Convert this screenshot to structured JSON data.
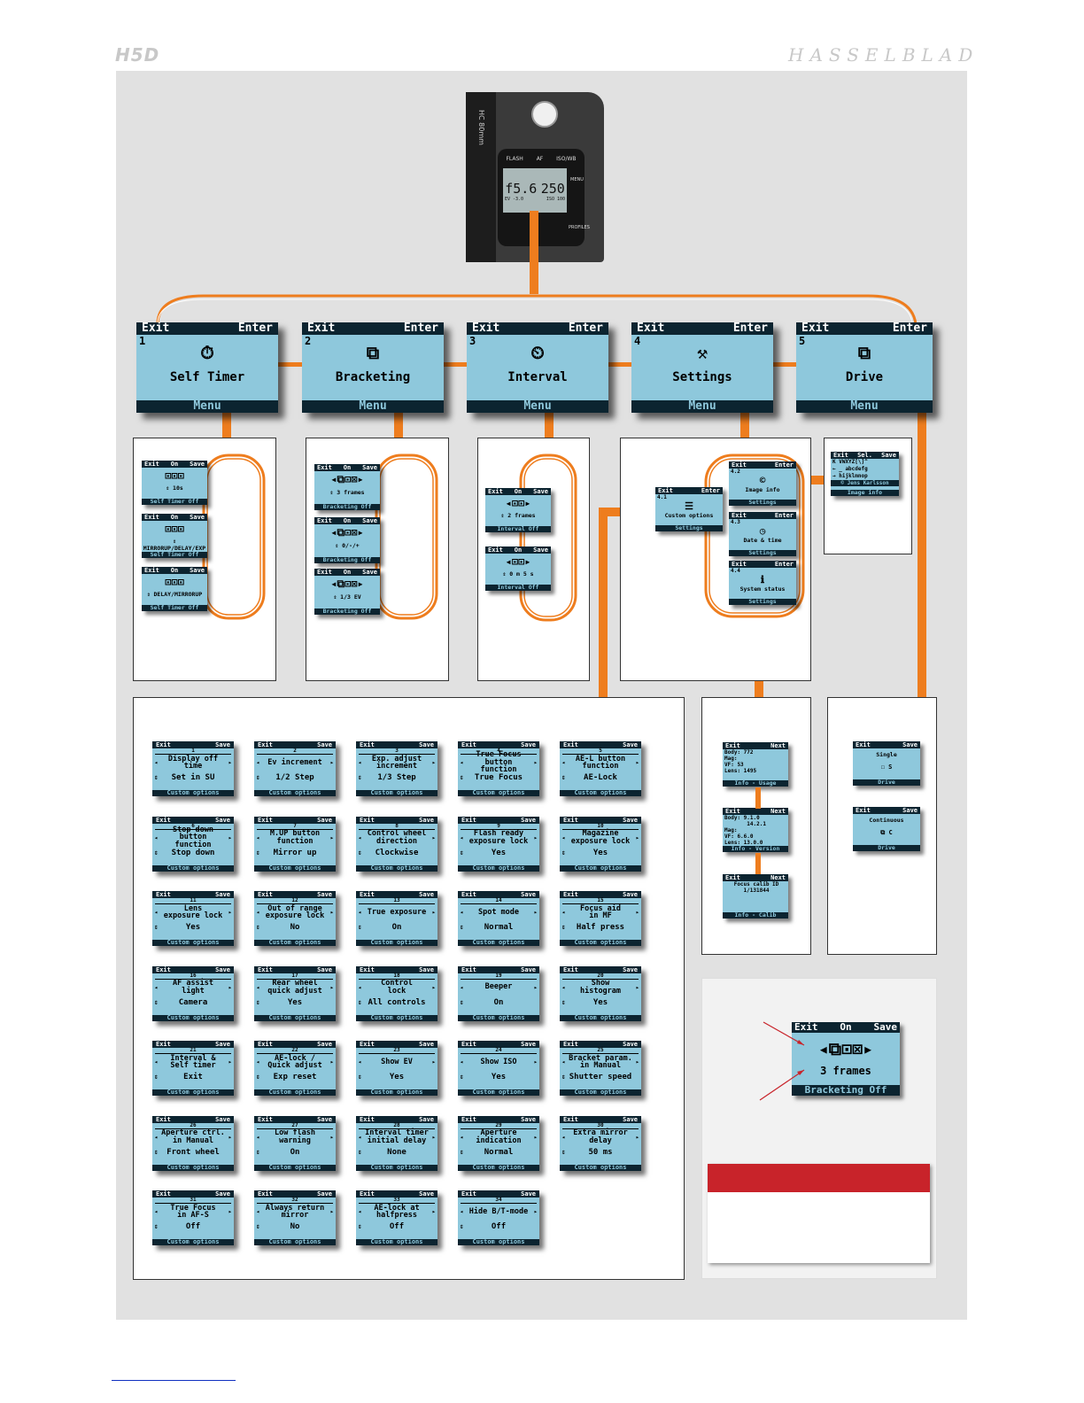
{
  "header": {
    "model": "H5D",
    "brand": "HASSELBLAD"
  },
  "camera": {
    "lens_text": "HC 80mm",
    "btn_flash": "FLASH",
    "btn_af": "AF",
    "btn_iso": "ISO/WB",
    "btn_menu": "MENU",
    "btn_profiles": "PROFILES",
    "aperture": "f5.6",
    "shutter": "250",
    "ev": "EV -3.0",
    "iso": "ISO 100"
  },
  "main_menu": [
    {
      "num": "1",
      "title": "Self Timer",
      "exit": "Exit",
      "enter": "Enter",
      "menu": "Menu",
      "icon": "⏱"
    },
    {
      "num": "2",
      "title": "Bracketing",
      "exit": "Exit",
      "enter": "Enter",
      "menu": "Menu",
      "icon": "⧉"
    },
    {
      "num": "3",
      "title": "Interval",
      "exit": "Exit",
      "enter": "Enter",
      "menu": "Menu",
      "icon": "⏲"
    },
    {
      "num": "4",
      "title": "Settings",
      "exit": "Exit",
      "enter": "Enter",
      "menu": "Menu",
      "icon": "⚒"
    },
    {
      "num": "5",
      "title": "Drive",
      "exit": "Exit",
      "enter": "Enter",
      "menu": "Menu",
      "icon": "⧉"
    }
  ],
  "self_timer": [
    {
      "exit": "Exit",
      "on": "On",
      "save": "Save",
      "value": "⇕ 10s",
      "status": "Self Timer Off"
    },
    {
      "exit": "Exit",
      "on": "On",
      "save": "Save",
      "value": "⇕ MIRRORUP/DELAY/EXP",
      "status": "Self Timer Off"
    },
    {
      "exit": "Exit",
      "on": "On",
      "save": "Save",
      "value": "⇕ DELAY/MIRRORUP",
      "status": "Self Timer Off"
    }
  ],
  "bracketing": [
    {
      "exit": "Exit",
      "on": "On",
      "save": "Save",
      "value": "⇕ 3 frames",
      "status": "Bracketing Off"
    },
    {
      "exit": "Exit",
      "on": "On",
      "save": "Save",
      "value": "⇕ 0/-/+",
      "status": "Bracketing Off"
    },
    {
      "exit": "Exit",
      "on": "On",
      "save": "Save",
      "value": "⇕ 1/3 EV",
      "status": "Bracketing Off"
    }
  ],
  "interval": [
    {
      "exit": "Exit",
      "on": "On",
      "save": "Save",
      "value": "⇕ 2 frames",
      "status": "Interval Off"
    },
    {
      "exit": "Exit",
      "on": "On",
      "save": "Save",
      "value": "⇕ 0 m 5 s",
      "status": "Interval Off"
    }
  ],
  "settings": [
    {
      "num": "4.1",
      "exit": "Exit",
      "enter": "Enter",
      "title": "Custom options",
      "status": "Settings"
    },
    {
      "num": "4.2",
      "exit": "Exit",
      "enter": "Enter",
      "title": "Image info",
      "status": "Settings"
    },
    {
      "num": "4.3",
      "exit": "Exit",
      "enter": "Enter",
      "title": "Date & time",
      "status": "Settings"
    },
    {
      "num": "4.4",
      "exit": "Exit",
      "enter": "Enter",
      "title": "System status",
      "status": "Settings"
    }
  ],
  "image_info": {
    "exit": "Exit",
    "sel": "Sel.",
    "save": "Save",
    "row1": "K VWXYZ[\\]^",
    "row2": "← _ abcdefg",
    "row3": "→ hijklmnop",
    "value": "© Jens Karlsson",
    "status": "Image info"
  },
  "system_status": [
    {
      "exit": "Exit",
      "next": "Next",
      "lines": [
        "Body: 772",
        "Mag:",
        "VF: 53",
        "Lens: 1495"
      ],
      "status": "Info - Usage"
    },
    {
      "exit": "Exit",
      "next": "Next",
      "lines": [
        "Body: 9.1.0",
        "       14.2.1",
        "Mag:",
        "VF: 6.6.0",
        "Lens: 13.0.0"
      ],
      "status": "Info - Version"
    },
    {
      "exit": "Exit",
      "next": "Next",
      "lines": [
        "Focus calib ID",
        "",
        "1/131844"
      ],
      "status": "Info - Calib"
    }
  ],
  "drive": [
    {
      "exit": "Exit",
      "save": "Save",
      "mode": "Single",
      "value": "☐ S",
      "status": "Drive"
    },
    {
      "exit": "Exit",
      "save": "Save",
      "mode": "Continuous",
      "value": "⧉ C",
      "status": "Drive"
    }
  ],
  "custom_options": [
    {
      "n": "1",
      "title": "Display off\ntime",
      "value": "Set in SU"
    },
    {
      "n": "2",
      "title": "Ev increment",
      "value": "1/2 Step"
    },
    {
      "n": "3",
      "title": "Exp. adjust\nincrement",
      "value": "1/3 Step"
    },
    {
      "n": "4",
      "title": "True Focus\nbutton function",
      "value": "True Focus"
    },
    {
      "n": "5",
      "title": "AE-L button\nfunction",
      "value": "AE-Lock"
    },
    {
      "n": "6",
      "title": "Stop down\nbutton function",
      "value": "Stop down"
    },
    {
      "n": "7",
      "title": "M.UP button\nfunction",
      "value": "Mirror up"
    },
    {
      "n": "8",
      "title": "Control wheel\ndirection",
      "value": "Clockwise"
    },
    {
      "n": "9",
      "title": "Flash ready\nexposure lock",
      "value": "Yes"
    },
    {
      "n": "10",
      "title": "Magazine\nexposure lock",
      "value": "Yes"
    },
    {
      "n": "11",
      "title": "Lens\nexposure lock",
      "value": "Yes"
    },
    {
      "n": "12",
      "title": "Out of range\nexposure lock",
      "value": "No"
    },
    {
      "n": "13",
      "title": "True exposure",
      "value": "On"
    },
    {
      "n": "14",
      "title": "Spot mode",
      "value": "Normal"
    },
    {
      "n": "15",
      "title": "Focus aid\nin MF",
      "value": "Half press"
    },
    {
      "n": "16",
      "title": "AF assist light",
      "value": "Camera"
    },
    {
      "n": "17",
      "title": "Rear wheel\nquick adjust",
      "value": "Yes"
    },
    {
      "n": "18",
      "title": "Control\nlock",
      "value": "All controls"
    },
    {
      "n": "19",
      "title": "Beeper",
      "value": "On"
    },
    {
      "n": "20",
      "title": "Show\nhistogram",
      "value": "Yes"
    },
    {
      "n": "21",
      "title": "Interval &\nSelf timer",
      "value": "Exit"
    },
    {
      "n": "22",
      "title": "AE-lock /\nQuick adjust",
      "value": "Exp reset"
    },
    {
      "n": "23",
      "title": "Show EV",
      "value": "Yes"
    },
    {
      "n": "24",
      "title": "Show ISO",
      "value": "Yes"
    },
    {
      "n": "25",
      "title": "Bracket param.\nin Manual",
      "value": "Shutter speed"
    },
    {
      "n": "26",
      "title": "Aperture ctrl.\nin Manual",
      "value": "Front wheel"
    },
    {
      "n": "27",
      "title": "Low flash\nwarning",
      "value": "On"
    },
    {
      "n": "28",
      "title": "Interval timer\ninitial delay",
      "value": "None"
    },
    {
      "n": "29",
      "title": "Aperture\nindication",
      "value": "Normal"
    },
    {
      "n": "30",
      "title": "Extra mirror\ndelay",
      "value": "50 ms"
    },
    {
      "n": "31",
      "title": "True Focus\nin AF-S",
      "value": "Off"
    },
    {
      "n": "32",
      "title": "Always return\nmirror",
      "value": "No"
    },
    {
      "n": "33",
      "title": "AE-lock at\nhalfpress",
      "value": "Off"
    },
    {
      "n": "34",
      "title": "Hide B/T-mode",
      "value": "Off"
    }
  ],
  "custom_labels": {
    "exit": "Exit",
    "save": "Save",
    "status": "Custom options"
  },
  "legend": {
    "exit": "Exit",
    "on": "On",
    "save": "Save",
    "value": "3 frames",
    "status": "Bracketing Off"
  },
  "colors": {
    "lcd": "#8ec8dc",
    "lcd_bar": "#0c2430",
    "orange": "#ee7d1e",
    "red": "#c8232a"
  }
}
